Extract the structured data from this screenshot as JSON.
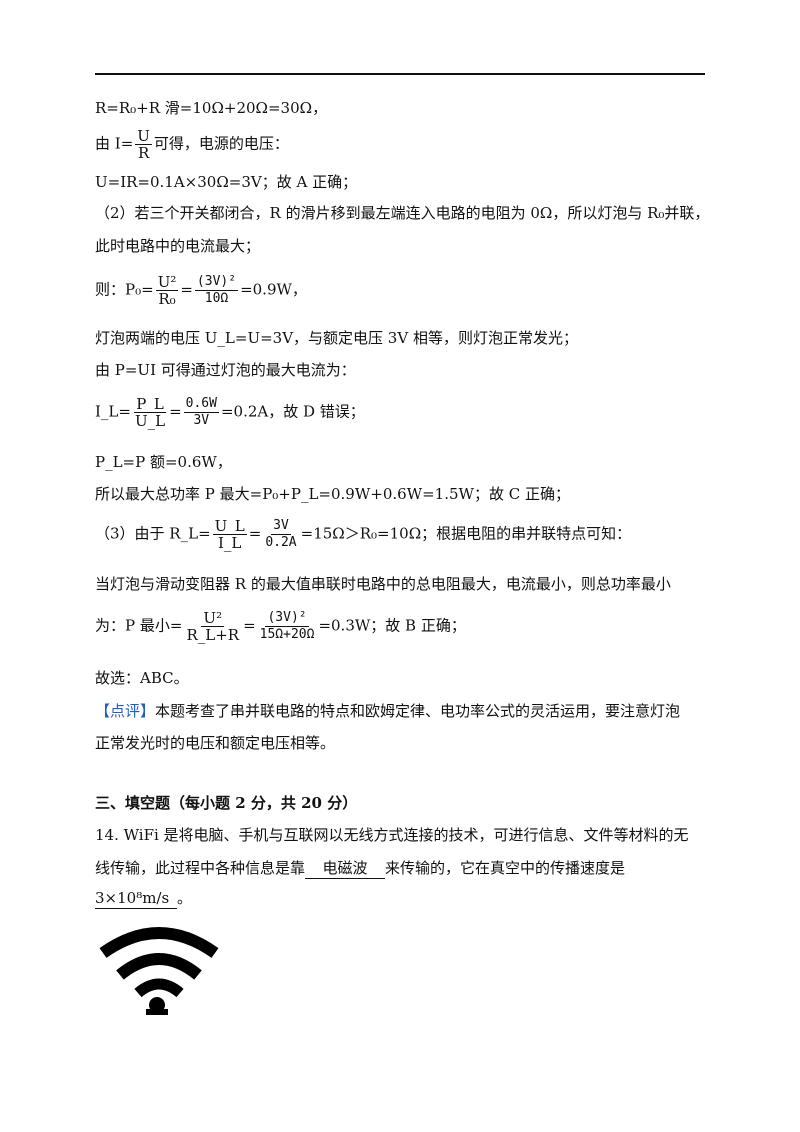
{
  "solution": {
    "l1": "R=R₀+R 滑=10Ω+20Ω=30Ω，",
    "l2_pre": "由 I=",
    "l2_num": "U",
    "l2_den": "R",
    "l2_post": "可得，电源的电压：",
    "l3": "U=IR=0.1A×30Ω=3V；故 A 正确；",
    "l4": "（2）若三个开关都闭合，R 的滑片移到最左端连入电路的电阻为 0Ω，所以灯泡与 R₀并联，",
    "l5": "此时电路中的电流最大；",
    "l6_pre": "则：P₀=",
    "l6_f1_num": "U²",
    "l6_f1_den": "R₀",
    "l6_eq": "=",
    "l6_f2_num": "(3V)²",
    "l6_f2_den": "10Ω",
    "l6_post": "=0.9W，",
    "l7": "灯泡两端的电压 U_L=U=3V，与额定电压 3V 相等，则灯泡正常发光；",
    "l8": "由 P=UI 可得通过灯泡的最大电流为：",
    "l9_pre": "I_L=",
    "l9_f1_num": "P_L",
    "l9_f1_den": "U_L",
    "l9_eq": "=",
    "l9_f2_num": "0.6W",
    "l9_f2_den": "3V",
    "l9_post": "=0.2A，故 D 错误；",
    "l10": "P_L=P 额=0.6W，",
    "l11": "所以最大总功率 P 最大=P₀+P_L=0.9W+0.6W=1.5W；故 C 正确；",
    "l12_pre": "（3）由于 R_L=",
    "l12_f1_num": "U_L",
    "l12_f1_den": "I_L",
    "l12_eq": "=",
    "l12_f2_num": "3V",
    "l12_f2_den": "0.2A",
    "l12_post": "=15Ω＞R₀=10Ω；根据电阻的串并联特点可知：",
    "l13": "当灯泡与滑动变阻器 R 的最大值串联时电路中的总电阻最大，电流最小，则总功率最小",
    "l14_pre": "为：P 最小=",
    "l14_f1_num": "U²",
    "l14_f1_den": "R_L+R",
    "l14_eq": "=",
    "l14_f2_num": "(3V)²",
    "l14_f2_den": "15Ω+20Ω",
    "l14_post": "=0.3W；故 B 正确；",
    "answer": "故选：ABC。",
    "comment_tag": "【点评】",
    "comment_1": "本题考查了串并联电路的特点和欧姆定律、电功率公式的灵活运用，要注意灯泡",
    "comment_2": "正常发光时的电压和额定电压相等。"
  },
  "section": {
    "heading": "三、填空题（每小题 2 分，共 20 分）"
  },
  "question14": {
    "line1": "14. WiFi 是将电脑、手机与互联网以无线方式连接的技术，可进行信息、文件等材料的无",
    "line2_pre": "线传输，此过程中各种信息是靠",
    "blank1": "电磁波",
    "line2_post": "来传输的，它在真空中的传播速度是",
    "blank2": "3×10⁸m/s",
    "line3_post": "。"
  },
  "figure": {
    "icon": "wifi-icon"
  }
}
